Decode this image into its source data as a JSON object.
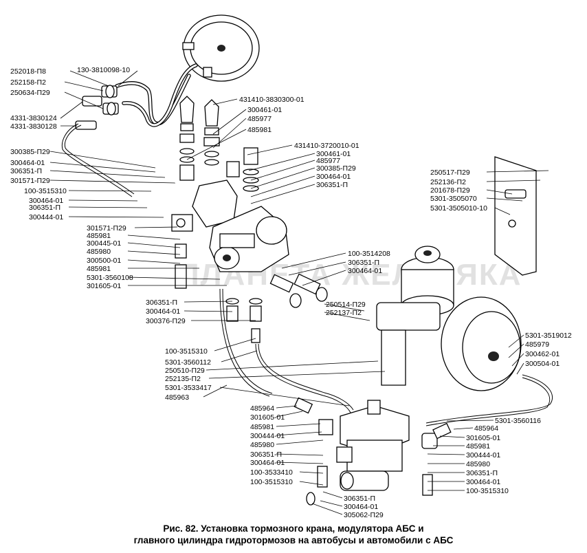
{
  "watermark": "ПЛАНЕТА ЖЕЛЕЗЯКА",
  "caption": {
    "line1": "Рис. 82. Установка тормозного крана, модулятора АБС и",
    "line2": "главного цилиндра гидротормозов на автобусы и автомобили с АБС"
  },
  "labels": [
    "252018-П8",
    "130-3810098-10",
    "252158-П2",
    "250634-П29",
    "4331-3830124",
    "4331-3830128",
    "431410-3830300-01",
    "300461-01",
    "485977",
    "485981",
    "431410-3720010-01",
    "300461-01",
    "485977",
    "300385-П29",
    "300464-01",
    "306351-П",
    "300385-П29",
    "300464-01",
    "306351-П",
    "301571-П29",
    "100-3515310",
    "300464-01",
    "306351-П",
    "300444-01",
    "250517-П29",
    "252136-П2",
    "201678-П29",
    "5301-3505070",
    "5301-3505010-10",
    "301571-П29",
    "485981",
    "300445-01",
    "485980",
    "300500-01",
    "485981",
    "5301-3560108",
    "301605-01",
    "100-3514208",
    "306351-П",
    "300464-01",
    "306351-П",
    "300464-01",
    "300376-П29",
    "250514-П29",
    "252137-П2",
    "5301-3519012",
    "485979",
    "300462-01",
    "300504-01",
    "100-3515310",
    "5301-3560112",
    "250510-П29",
    "252135-П2",
    "5301-3533417",
    "485963",
    "485964",
    "301605-01",
    "485981",
    "300444-01",
    "485980",
    "306351-П",
    "300464-01",
    "100-3533410",
    "100-3515310",
    "5301-3560116",
    "485964",
    "301605-01",
    "485981",
    "300444-01",
    "485980",
    "306351-П",
    "300464-01",
    "100-3515310",
    "306351-П",
    "300464-01",
    "305062-П29"
  ]
}
